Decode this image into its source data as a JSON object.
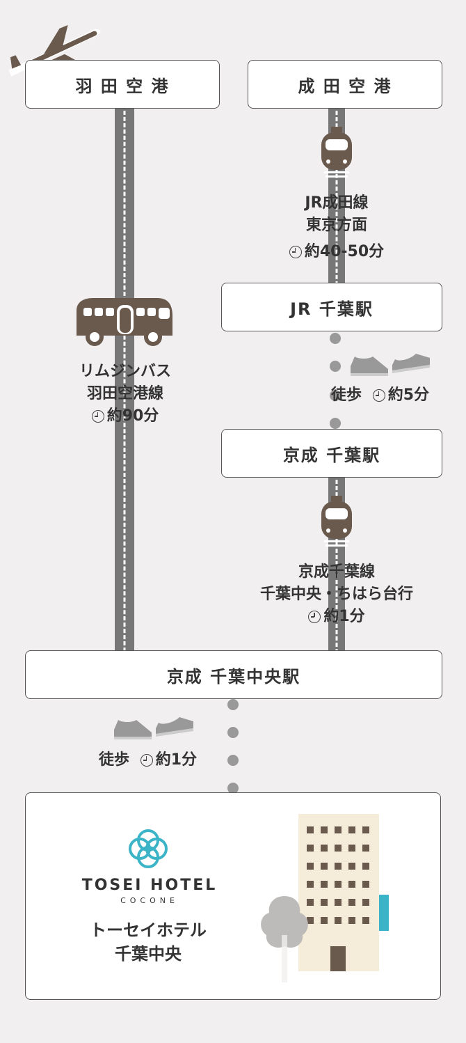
{
  "stations": {
    "haneda": "羽 田 空 港",
    "narita": "成 田 空 港",
    "jr_chiba": "JR 千葉駅",
    "keisei_chiba": "京成 千葉駅",
    "keisei_chiba_chuo": "京成 千葉中央駅"
  },
  "routes": {
    "limousine": {
      "line1": "リムジンバス",
      "line2": "羽田空港線",
      "time": "約90分"
    },
    "jr_narita": {
      "line1": "JR成田線",
      "line2": "東京方面",
      "time": "約40-50分"
    },
    "walk_jr_keisei": {
      "label": "徒歩",
      "time": "約5分"
    },
    "keisei_line": {
      "line1": "京成千葉線",
      "line2": "千葉中央・ちはら台行",
      "time": "約1分"
    },
    "walk_hotel": {
      "label": "徒歩",
      "time": "約1分"
    }
  },
  "hotel": {
    "logo_main": "TOSEI HOTEL",
    "logo_sub": "COCONE",
    "name_line1": "トーセイホテル",
    "name_line2": "千葉中央"
  },
  "icons": [
    "airplane-icon",
    "bus-icon",
    "train-icon",
    "shoes-icon",
    "clock-icon",
    "building-icon",
    "tree-icon",
    "logo-icon"
  ],
  "colors": {
    "accent": "#6a5a4e",
    "road": "#777777",
    "logo": "#3cb4c8",
    "building": "#f5ecd9"
  }
}
